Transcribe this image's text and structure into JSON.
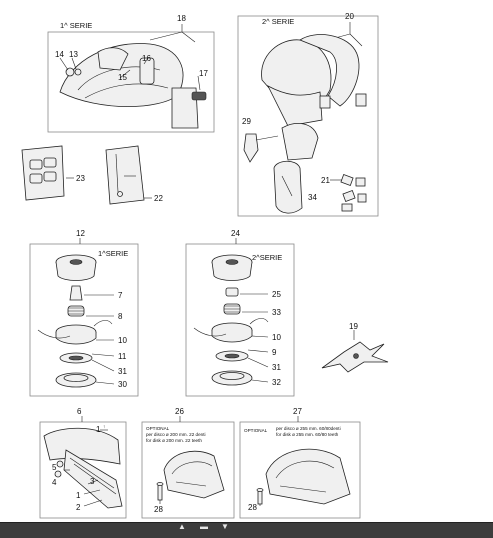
{
  "groups": {
    "g18": {
      "callout": "18",
      "series": "1^ SERIE",
      "parts": [
        "14",
        "13",
        "15",
        "16",
        "17"
      ]
    },
    "g20": {
      "callout": "20",
      "series": "2^ SERIE",
      "parts": [
        "29",
        "21",
        "34"
      ]
    },
    "g23": {
      "callout": "23"
    },
    "g22": {
      "callout": "22"
    },
    "g12": {
      "callout": "12",
      "series": "1^SERIE",
      "parts": [
        "7",
        "8",
        "10",
        "11",
        "31",
        "30"
      ]
    },
    "g24": {
      "callout": "24",
      "series": "2^SERIE",
      "parts": [
        "25",
        "33",
        "10",
        "9",
        "31",
        "32"
      ]
    },
    "g19": {
      "callout": "19"
    },
    "g6": {
      "callout": "6",
      "parts": [
        "1",
        "5",
        "4",
        "3",
        "1",
        "2"
      ]
    },
    "g26": {
      "callout": "26",
      "optional": "OPTIONAL",
      "note1": "per disco ø 200 mm. 22 denti",
      "note2": "for disk ø 200 mm. 22 teeth",
      "part": "28"
    },
    "g27": {
      "callout": "27",
      "optional": "OPTIONAL",
      "note1": "per disco ø 255 mm. 60/80denti",
      "note2": "for disk ø 255 mm. 60/80 teeth",
      "part": "28"
    }
  },
  "toolbar": {
    "up": "▲",
    "menu": "▬",
    "down": "▼"
  },
  "colors": {
    "toolbar_bg": "#3d3d3d",
    "frame": "#8a8a8a"
  }
}
